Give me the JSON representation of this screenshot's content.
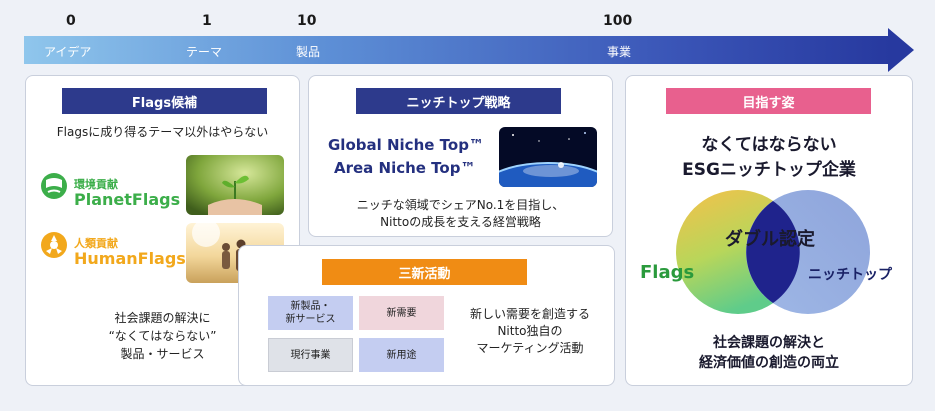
{
  "timeline": {
    "numbers": [
      "0",
      "1",
      "10",
      "100"
    ],
    "stages": [
      "アイデア",
      "テーマ",
      "製品",
      "事業"
    ]
  },
  "flags": {
    "title": "Flags候補",
    "subtitle": "Flagsに成り得るテーマ以外はやらない",
    "planet_small": "環境貢献",
    "planet_big": "PlanetFlags",
    "human_small": "人類貢献",
    "human_big": "HumanFlags",
    "footer_1": "社会課題の解決に",
    "footer_2": "“なくてはならない”",
    "footer_3": "製品・サービス"
  },
  "niche": {
    "title": "ニッチトップ戦略",
    "global": "Global Niche Top™",
    "area": "Area Niche Top™",
    "desc_1": "ニッチな領域でシェアNo.1を目指し、",
    "desc_2": "Nittoの成長を支える経営戦略"
  },
  "sanshin": {
    "title": "三新活動",
    "box_new_product_1": "新製品・",
    "box_new_product_2": "新サービス",
    "box_new_demand": "新需要",
    "box_current": "現行事業",
    "box_new_use": "新用途",
    "desc_1": "新しい需要を創造する",
    "desc_2": "Nitto独自の",
    "desc_3": "マーケティング活動"
  },
  "goal": {
    "title": "目指す姿",
    "headline_1": "なくてはならない",
    "headline_2": "ESGニッチトップ企業",
    "double": "ダブル認定",
    "flags_label": "Flags",
    "niche_label": "ニッチトップ",
    "footer_1": "社会課題の解決と",
    "footer_2": "経済価値の創造の両立"
  },
  "colors": {
    "navy": "#2d3a8c",
    "orange": "#f08c14",
    "pink": "#e8608e",
    "green": "#3cae4a",
    "gold": "#f2a81c"
  },
  "icons": [
    "planet-flags-logo-icon",
    "human-flags-logo-icon",
    "sprout-photo",
    "family-photo",
    "earth-photo"
  ]
}
